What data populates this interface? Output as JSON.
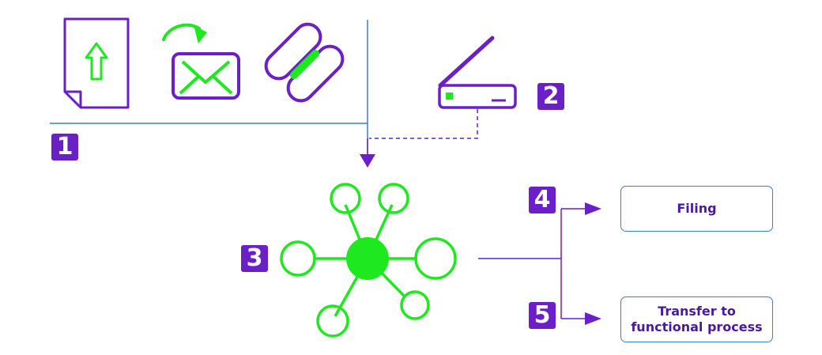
{
  "steps": {
    "one": "1",
    "two": "2",
    "three": "3",
    "four": "4",
    "five": "5"
  },
  "outcomes": {
    "filing": "Filing",
    "transfer_line1": "Transfer to",
    "transfer_line2": "functional process"
  },
  "colors": {
    "purple": "#6a1fc7",
    "green": "#1ee81e",
    "blue": "#3a7be0",
    "text_purple": "#4a1a9e"
  },
  "icons": [
    "document-upload-icon",
    "email-forward-icon",
    "link-chain-icon",
    "scanner-icon",
    "network-hub-icon"
  ]
}
